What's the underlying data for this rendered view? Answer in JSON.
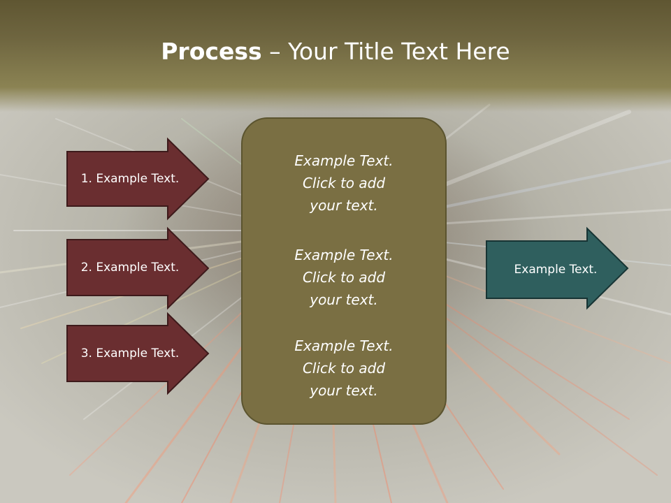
{
  "slide": {
    "title_bold": "Process",
    "title_rest": " – Your Title Text Here",
    "left_arrows": [
      {
        "label": "1. Example Text."
      },
      {
        "label": "2. Example Text."
      },
      {
        "label": "3. Example Text."
      }
    ],
    "center_box": {
      "paragraphs": [
        {
          "lines": [
            "Example Text.",
            "Click  to add",
            "your text."
          ]
        },
        {
          "lines": [
            "Example Text.",
            "Click  to add",
            "your text."
          ]
        },
        {
          "lines": [
            "Example Text.",
            "Click  to add",
            "your text."
          ]
        }
      ]
    },
    "right_arrow": {
      "label": "Example Text."
    }
  },
  "colors": {
    "left_arrow_fill": "#6a2e30",
    "right_arrow_fill": "#2f5f5e",
    "center_box_fill": "#7a6f43",
    "title_band": "#6f6640"
  }
}
